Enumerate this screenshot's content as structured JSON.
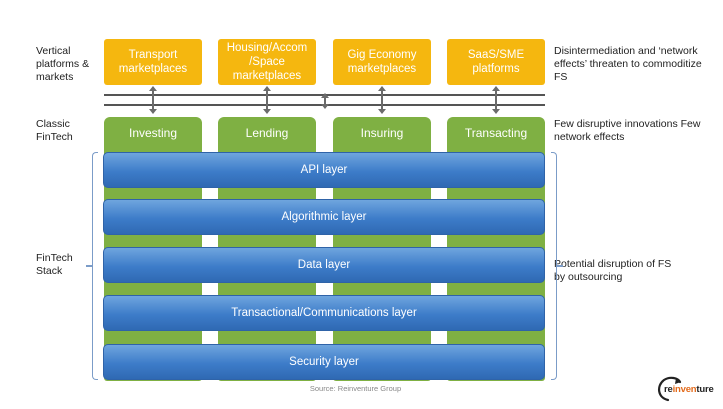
{
  "labels": {
    "left": {
      "vertical": "Vertical platforms & markets",
      "classic": "Classic FinTech",
      "stack": "FinTech Stack"
    },
    "right": {
      "vertical": "Disintermediation and ‘network effects’ threaten to commoditize FS",
      "classic": "Few disruptive innovations Few network effects",
      "stack": "Potential disruption of FS by outsourcing"
    }
  },
  "markets": [
    "Transport marketplaces",
    "Housing/Accom /Space marketplaces",
    "Gig Economy marketplaces",
    "SaaS/SME platforms"
  ],
  "pillars": [
    "Investing",
    "Lending",
    "Insuring",
    "Transacting"
  ],
  "layers": [
    "API layer",
    "Algorithmic layer",
    "Data layer",
    "Transactional/Communications layer",
    "Security layer"
  ],
  "source": "Source: Reinventure Group",
  "logo": {
    "part1": "re",
    "part2": "inven",
    "part3": "ture"
  },
  "colors": {
    "market": "#f5b70f",
    "pillar": "#7fb043",
    "layer": "#3d7cc9",
    "brace": "#7b9cc8"
  }
}
